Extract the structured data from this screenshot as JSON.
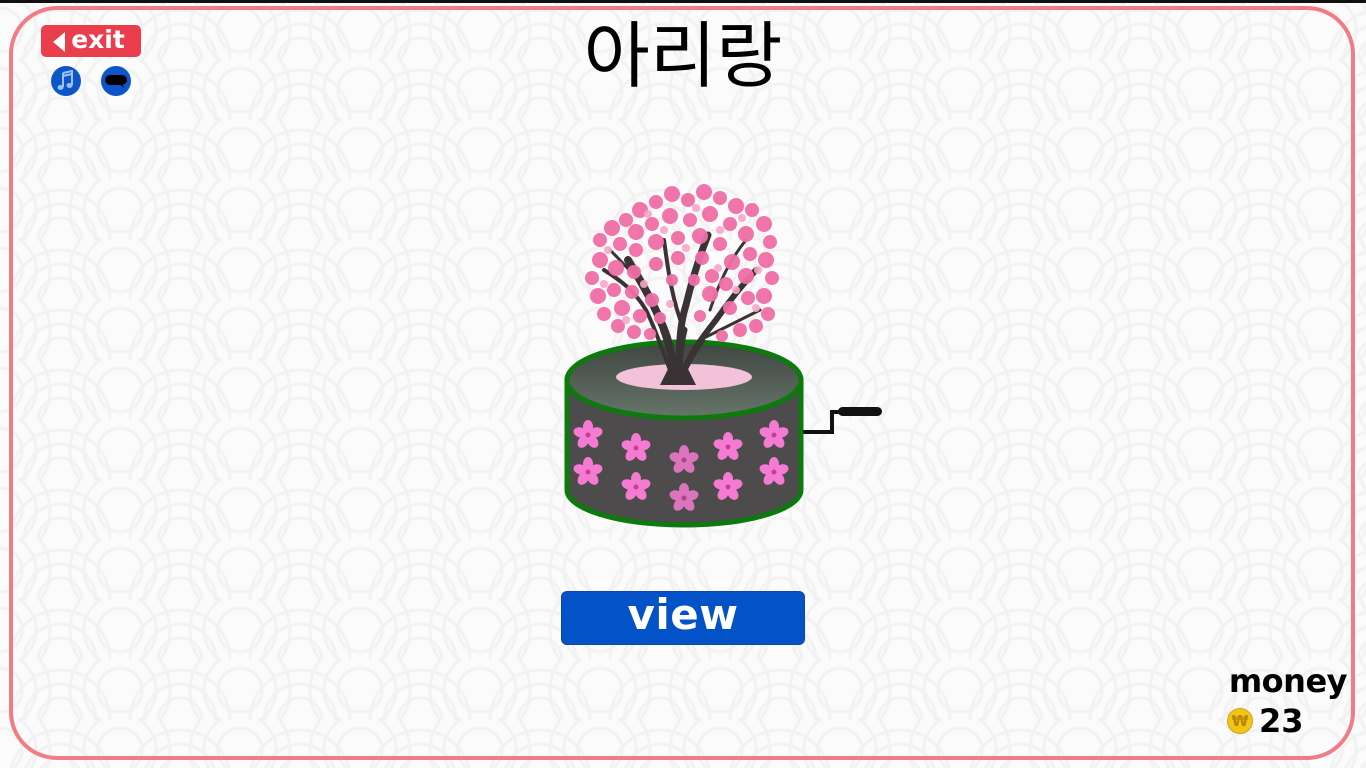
{
  "header": {
    "title": "아리랑",
    "exit_label": "exit"
  },
  "controls": {
    "music_icon": "music-note-icon",
    "chat_icon": "speech-bubble-icon"
  },
  "main": {
    "item_image": "cherry-blossom-music-box",
    "view_label": "view"
  },
  "wallet": {
    "label": "money",
    "currency_symbol": "₩",
    "amount": "23"
  },
  "colors": {
    "frame_border": "#f27c86",
    "exit_button": "#ea3e4c",
    "primary_blue": "#0452c8",
    "coin_gold": "#f2c416",
    "box_rim_green": "#0d7a0d",
    "blossom_pink": "#f06ea6"
  }
}
